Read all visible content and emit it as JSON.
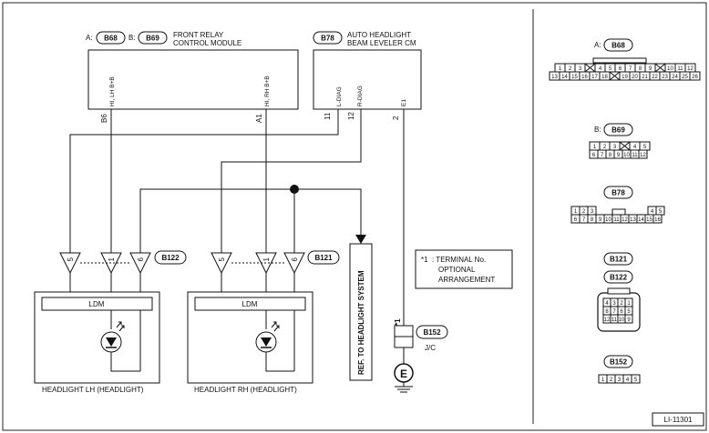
{
  "diagram": {
    "outer_border": true,
    "modules": {
      "frcm": {
        "prefix_a": "A:",
        "prefix_b": "B:",
        "connector_a": "B68",
        "connector_b": "B69",
        "title_line1": "FRONT RELAY",
        "title_line2": "CONTROL MODULE",
        "pin_left_label": "HI, LH B+B",
        "pin_left_num": "B6",
        "pin_right_label": "HI, RH B+B",
        "pin_right_num": "A1"
      },
      "ahbl": {
        "connector": "B78",
        "title_line1": "AUTO HEADLIGHT",
        "title_line2": "BEAM LEVELER CM",
        "pin1_label": "L-DIAG",
        "pin1_num": "11",
        "pin2_label": "R-DIAG",
        "pin2_num": "12",
        "pin3_label": "E1",
        "pin3_num": "2"
      }
    },
    "headlights": {
      "lh": {
        "connector": "B122",
        "pins": [
          "5",
          "1",
          "6"
        ],
        "ldm": "LDM",
        "title": "HEADLIGHT LH (HEADLIGHT)"
      },
      "rh": {
        "connector": "B121",
        "pins": [
          "5",
          "1",
          "6"
        ],
        "ldm": "LDM",
        "title": "HEADLIGHT RH (HEADLIGHT)"
      }
    },
    "ref_box": "REF. TO HEADLIGHT SYSTEM",
    "note": {
      "marker": "*1",
      "line1": ": TERMINAL No.",
      "line2": "OPTIONAL",
      "line3": "ARRANGEMENT"
    },
    "ground": {
      "marker": "*1",
      "connector": "B152",
      "jc": "J/C",
      "symbol": "E"
    }
  },
  "connector_views": {
    "b68": {
      "prefix": "A:",
      "name": "B68",
      "row1": [
        "1",
        "2",
        "3",
        "4",
        "5",
        "6",
        "7",
        "8",
        "9",
        "10",
        "11",
        "12"
      ],
      "row2": [
        "13",
        "14",
        "15",
        "16",
        "17",
        "18",
        "19",
        "20",
        "21",
        "22",
        "23",
        "24",
        "25",
        "26"
      ]
    },
    "b69": {
      "prefix": "B:",
      "name": "B69",
      "row1": [
        "1",
        "2",
        "3",
        "4",
        "5"
      ],
      "row2": [
        "6",
        "7",
        "8",
        "9",
        "10",
        "11",
        "12"
      ]
    },
    "b78": {
      "name": "B78",
      "row1": [
        "1",
        "2",
        "3",
        "4",
        "5"
      ],
      "row2": [
        "6",
        "7",
        "8",
        "9",
        "10",
        "11",
        "12",
        "13",
        "14",
        "15",
        "16"
      ]
    },
    "b121_122": {
      "name1": "B121",
      "name2": "B122",
      "row1": [
        "4",
        "3",
        "2",
        "1"
      ],
      "row2": [
        "8",
        "7",
        "6",
        "5"
      ],
      "row3": [
        "12",
        "11",
        "10",
        "9"
      ]
    },
    "b152": {
      "name": "B152",
      "row1": [
        "1",
        "2",
        "3",
        "4",
        "5"
      ]
    }
  },
  "figure_id": "LI-11301"
}
